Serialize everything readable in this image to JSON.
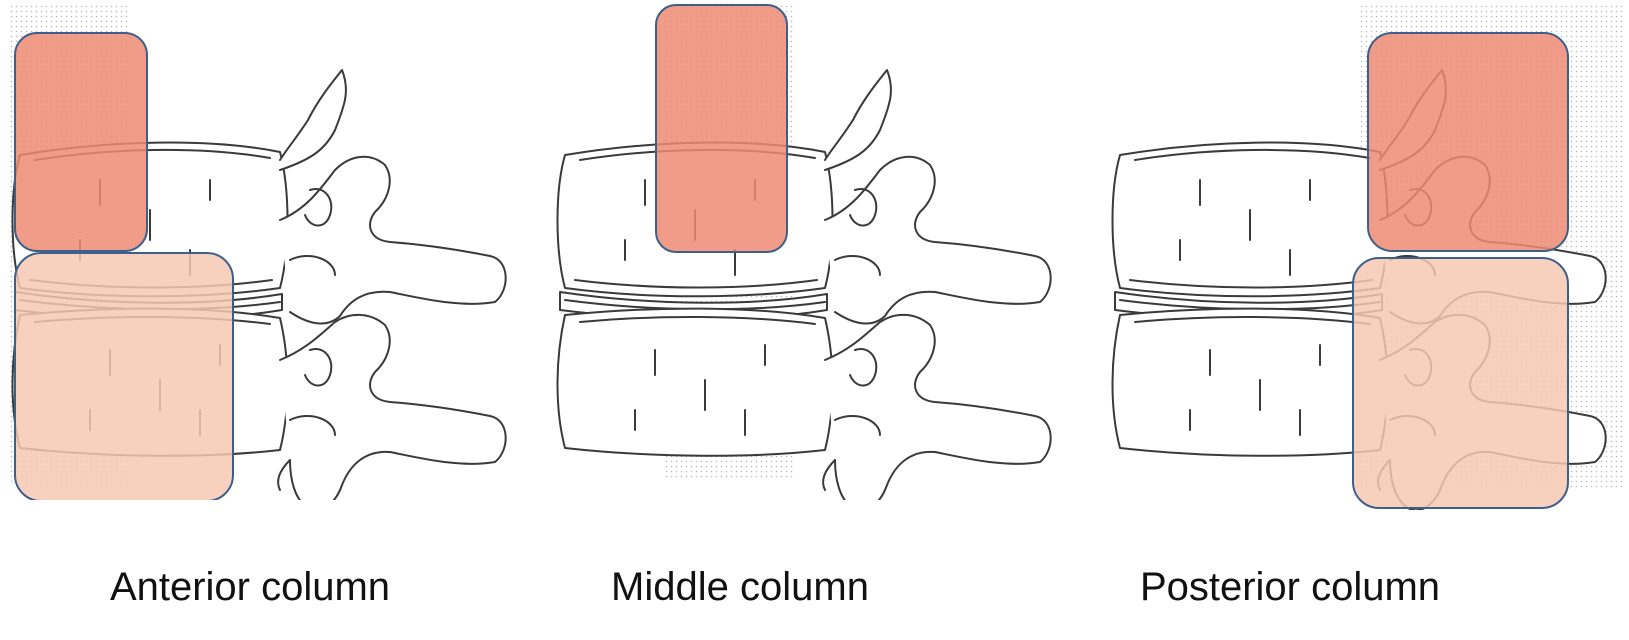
{
  "panels": [
    {
      "caption": "Anterior column",
      "shaded_zone": "anterior"
    },
    {
      "caption": "Middle column",
      "shaded_zone": "middle"
    },
    {
      "caption": "Posterior column",
      "shaded_zone": "posterior"
    }
  ],
  "colors": {
    "highlight_dark": "#ef8a74",
    "highlight_light": "#f6c9b3",
    "highlight_border": "#3d5f8c",
    "stipple": "#9a9a9a",
    "line": "#3a3a3a"
  }
}
